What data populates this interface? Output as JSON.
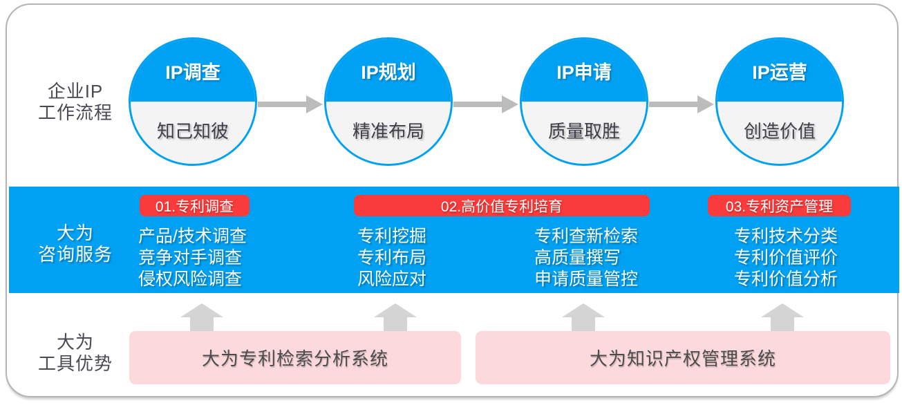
{
  "colors": {
    "accent_blue": "#00a1f2",
    "badge_red": "#fa3b3b",
    "tool_pink": "#fbd9dc",
    "arrow_gray": "#bcbcbc",
    "up_arrow_gray": "#d4d4d4",
    "circle_bottom_gray": "#f4f4f4",
    "dark_text": "#4a4a52",
    "frame_border": "#b4b4b4"
  },
  "workflow": {
    "row_label": [
      "企业IP",
      "工作流程"
    ],
    "steps": [
      {
        "title": "IP调查",
        "subtitle": "知己知彼"
      },
      {
        "title": "IP规划",
        "subtitle": "精准布局"
      },
      {
        "title": "IP申请",
        "subtitle": "质量取胜"
      },
      {
        "title": "IP运营",
        "subtitle": "创造价值"
      }
    ]
  },
  "services": {
    "row_label": [
      "大为",
      "咨询服务"
    ],
    "groups": [
      {
        "badge": "01.专利调查",
        "items": [
          "产品/技术调查",
          "竞争对手调查",
          "侵权风险调查"
        ]
      },
      {
        "badge": "02.高价值专利培育",
        "columns": [
          [
            "专利挖掘",
            "专利布局",
            "风险应对"
          ],
          [
            "专利查新检索",
            "高质量撰写",
            "申请质量管控"
          ]
        ]
      },
      {
        "badge": "03.专利资产管理",
        "items": [
          "专利技术分类",
          "专利价值评价",
          "专利价值分析"
        ]
      }
    ]
  },
  "tools": {
    "row_label": [
      "大为",
      "工具优势"
    ],
    "systems": [
      "大为专利检索分析系统",
      "大为知识产权管理系统"
    ]
  }
}
